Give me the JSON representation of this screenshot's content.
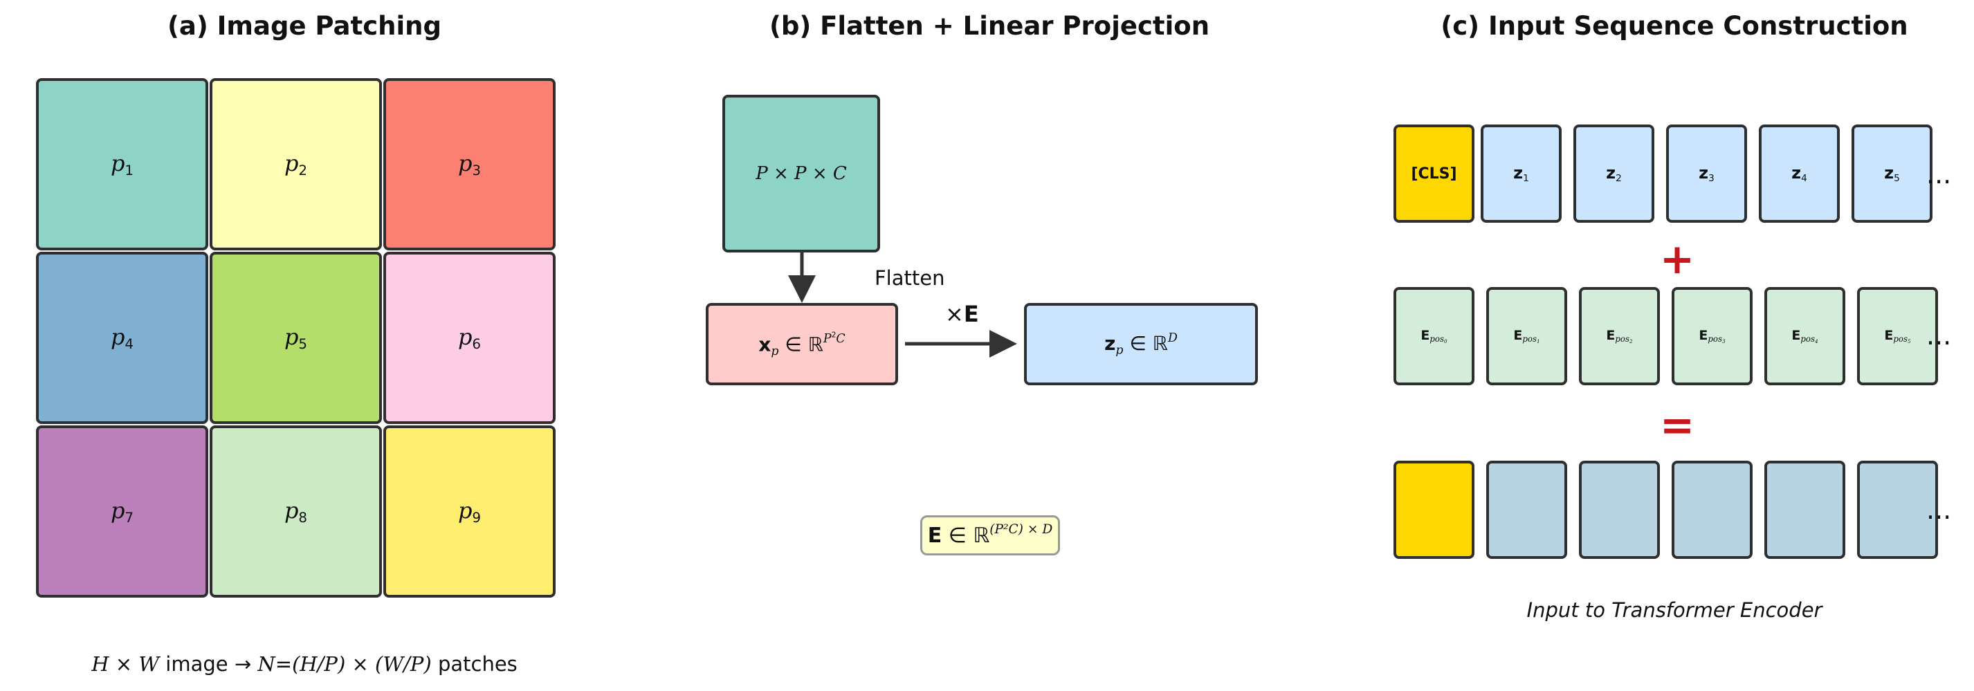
{
  "titles": {
    "a": "(a) Image Patching",
    "b": "(b) Flatten + Linear Projection",
    "c": "(c) Input Sequence Construction"
  },
  "patches": [
    {
      "letter": "p",
      "index": "1",
      "color": "#8dd3c7"
    },
    {
      "letter": "p",
      "index": "2",
      "color": "#ffffb3"
    },
    {
      "letter": "p",
      "index": "3",
      "color": "#fb8072"
    },
    {
      "letter": "p",
      "index": "4",
      "color": "#80b1d3"
    },
    {
      "letter": "p",
      "index": "5",
      "color": "#b3de69"
    },
    {
      "letter": "p",
      "index": "6",
      "color": "#fccde5"
    },
    {
      "letter": "p",
      "index": "7",
      "color": "#bc80bd"
    },
    {
      "letter": "p",
      "index": "8",
      "color": "#ccebc5"
    },
    {
      "letter": "p",
      "index": "9",
      "color": "#ffed6f"
    }
  ],
  "patching_caption": {
    "h": "H",
    "times1": "×",
    "w": "W",
    "image": "image",
    "arrow": "→",
    "n": "N",
    "eq": "=",
    "expr1": "(H/P)",
    "times2": "×",
    "expr2": "(W/P)",
    "patches": "patches"
  },
  "flatten": {
    "patch_box": {
      "p1": "P",
      "x1": "×",
      "p2": "P",
      "x2": "×",
      "c": "C",
      "color": "#8dd3c7"
    },
    "flatten_label": "Flatten",
    "xp": {
      "var": "x",
      "sub": "p",
      "in": "∈",
      "set": "ℝ",
      "sup_p": "P",
      "sup_2": "2",
      "sup_c": "C",
      "color": "#ffcccc"
    },
    "proj_label": {
      "times": "×",
      "e": "E"
    },
    "zp": {
      "var": "z",
      "sub": "p",
      "in": "∈",
      "set": "ℝ",
      "sup": "D",
      "color": "#cce5ff"
    },
    "e_def": {
      "e": "E",
      "in": "∈",
      "set": "ℝ",
      "sup": "(P²C) × D",
      "color": "#ffffcc"
    }
  },
  "sequence": {
    "tokens": [
      {
        "label": "[CLS]",
        "color": "#ffd700"
      },
      {
        "var": "z",
        "sub": "1",
        "color": "#cce5ff"
      },
      {
        "var": "z",
        "sub": "2",
        "color": "#cce5ff"
      },
      {
        "var": "z",
        "sub": "3",
        "color": "#cce5ff"
      },
      {
        "var": "z",
        "sub": "4",
        "color": "#cce5ff"
      },
      {
        "var": "z",
        "sub": "5",
        "color": "#cce5ff"
      }
    ],
    "pos": [
      {
        "var": "E",
        "sub": "pos",
        "idx": "0"
      },
      {
        "var": "E",
        "sub": "pos",
        "idx": "1"
      },
      {
        "var": "E",
        "sub": "pos",
        "idx": "2"
      },
      {
        "var": "E",
        "sub": "pos",
        "idx": "3"
      },
      {
        "var": "E",
        "sub": "pos",
        "idx": "4"
      },
      {
        "var": "E",
        "sub": "pos",
        "idx": "5"
      }
    ],
    "pos_color": "#d4edda",
    "outputs": [
      {
        "color": "#ffd700"
      },
      {
        "color": "#b8d4e3"
      },
      {
        "color": "#b8d4e3"
      },
      {
        "color": "#b8d4e3"
      },
      {
        "color": "#b8d4e3"
      },
      {
        "color": "#b8d4e3"
      }
    ],
    "plus": "+",
    "equals": "=",
    "ellipsis": "...",
    "caption": "Input to Transformer Encoder",
    "op_color": "#c8161d"
  }
}
